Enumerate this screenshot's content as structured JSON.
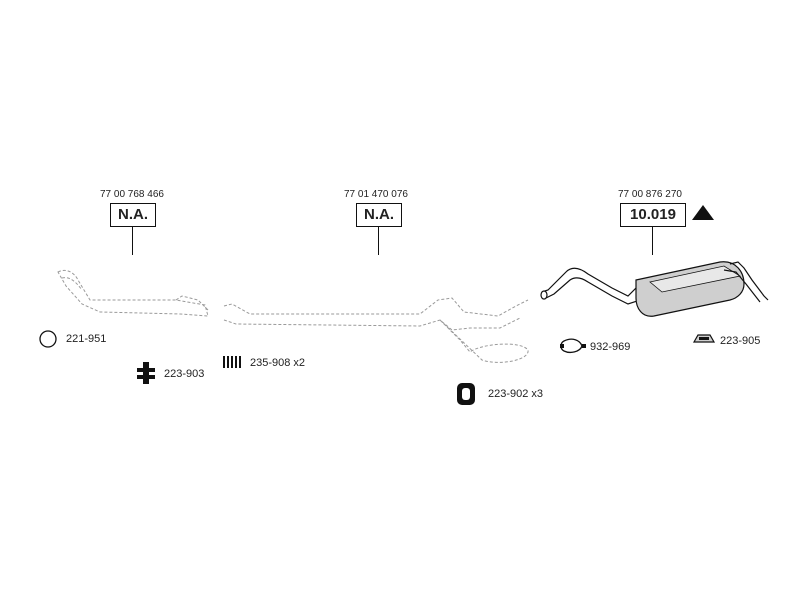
{
  "parts": [
    {
      "oem": "77 00 768 466",
      "code": "N.A."
    },
    {
      "oem": "77 01 470 076",
      "code": "N.A."
    },
    {
      "oem": "77 00 876 270",
      "code": "10.019"
    }
  ],
  "accessories": [
    {
      "label": "221-951",
      "icon": "ring-gasket-icon"
    },
    {
      "label": "223-903",
      "icon": "rubber-mount-icon"
    },
    {
      "label": "235-908 x2",
      "icon": "spring-icon"
    },
    {
      "label": "223-902 x3",
      "icon": "rubber-hanger-icon"
    },
    {
      "label": "932-969",
      "icon": "pipe-clamp-icon"
    },
    {
      "label": "223-905",
      "icon": "mounting-bracket-icon"
    }
  ],
  "colors": {
    "line": "#111111",
    "ghost": "#9a9a9a",
    "fill": "#cfcfcf"
  }
}
